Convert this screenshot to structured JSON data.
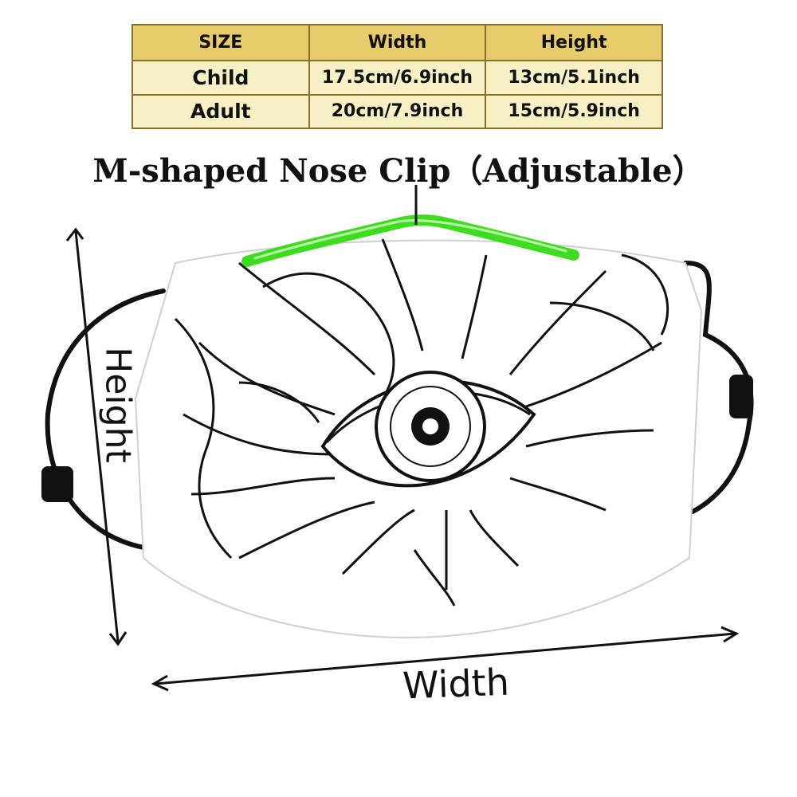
{
  "size_table": {
    "headers": [
      "SIZE",
      "Width",
      "Height"
    ],
    "rows": [
      [
        "Child",
        "17.5cm/6.9inch",
        "13cm/5.1inch"
      ],
      [
        "Adult",
        "20cm/7.9inch",
        "15cm/5.9inch"
      ]
    ]
  },
  "nose_clip": {
    "title": "M-shaped Nose Clip（Adjustable）"
  },
  "dimensions": {
    "height_label": "Height",
    "width_label": "Width"
  },
  "colors": {
    "header_bg": "#e7cc6b",
    "cell_bg": "#f7f0c4",
    "nose_clip": "#3ddc1f",
    "ear_loop": "#111111"
  },
  "icons": [
    "mask-illustration",
    "nose-clip-wire",
    "height-arrow",
    "width-arrow",
    "ear-loop"
  ]
}
